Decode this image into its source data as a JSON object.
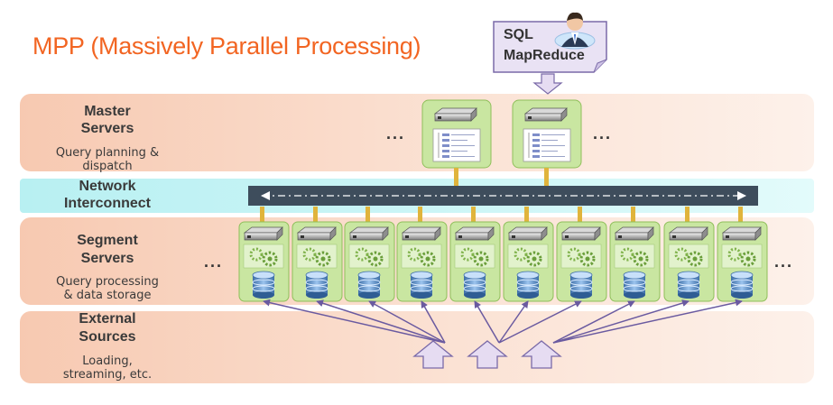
{
  "title": "MPP (Massively Parallel Processing)",
  "callout": {
    "line1": "SQL",
    "line2": "MapReduce"
  },
  "layers": {
    "master": {
      "title_line1": "Master",
      "title_line2": "Servers",
      "sub_line1": "Query planning &",
      "sub_line2": "dispatch"
    },
    "network": {
      "title_line1": "Network",
      "title_line2": "Interconnect"
    },
    "segment": {
      "title_line1": "Segment",
      "title_line2": "Servers",
      "sub_line1": "Query processing",
      "sub_line2": "& data storage"
    },
    "external": {
      "title_line1": "External",
      "title_line2": "Sources",
      "sub_line1": "Loading,",
      "sub_line2": "streaming, etc."
    }
  },
  "ellipsis": "...",
  "colors": {
    "title": "#f26522",
    "node_fill": "#c9e6a1",
    "node_border": "#8fbf5a",
    "connector": "#e0b43c",
    "arrow_purple": "#6a5aa0",
    "input_arrow_fill": "#e6dcf2"
  }
}
